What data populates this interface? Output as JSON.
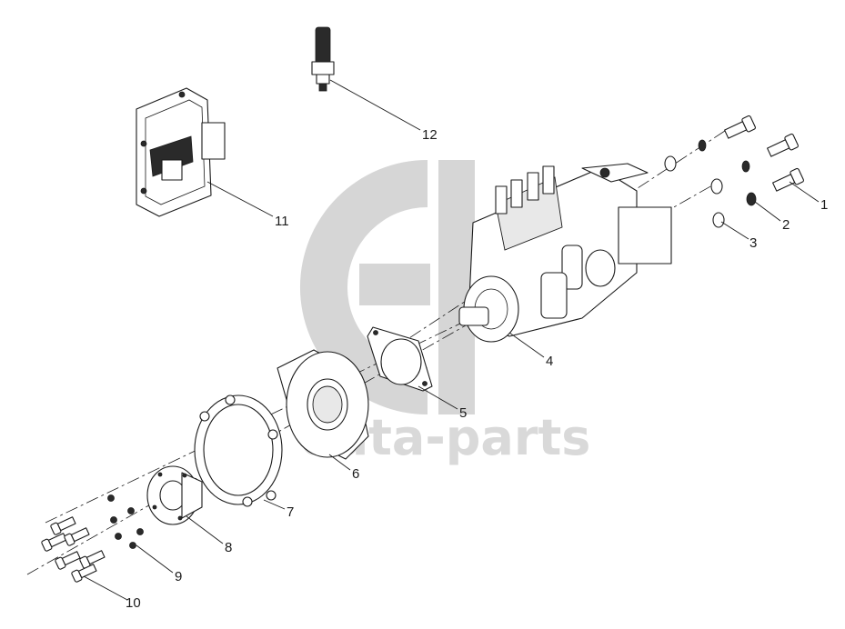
{
  "watermark": {
    "text": "data-parts"
  },
  "callouts": [
    {
      "id": "1",
      "label": "1"
    },
    {
      "id": "2",
      "label": "2"
    },
    {
      "id": "3",
      "label": "3"
    },
    {
      "id": "4",
      "label": "4"
    },
    {
      "id": "5",
      "label": "5"
    },
    {
      "id": "6",
      "label": "6"
    },
    {
      "id": "7",
      "label": "7"
    },
    {
      "id": "8",
      "label": "8"
    },
    {
      "id": "9",
      "label": "9"
    },
    {
      "id": "10",
      "label": "10"
    },
    {
      "id": "11",
      "label": "11"
    },
    {
      "id": "12",
      "label": "12"
    }
  ],
  "colors": {
    "line": "#1a1a1a",
    "watermark": "#d6d6d6",
    "background": "#ffffff"
  }
}
